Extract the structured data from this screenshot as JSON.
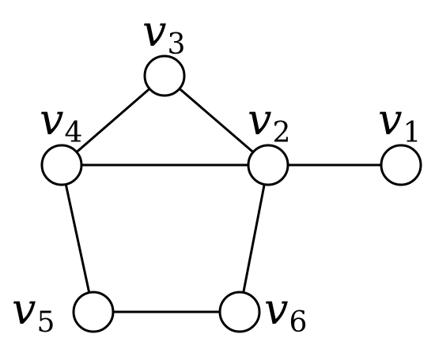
{
  "graph": {
    "vertices": [
      {
        "id": "v1",
        "letter": "v",
        "subscript": "1"
      },
      {
        "id": "v2",
        "letter": "v",
        "subscript": "2"
      },
      {
        "id": "v3",
        "letter": "v",
        "subscript": "3"
      },
      {
        "id": "v4",
        "letter": "v",
        "subscript": "4"
      },
      {
        "id": "v5",
        "letter": "v",
        "subscript": "5"
      },
      {
        "id": "v6",
        "letter": "v",
        "subscript": "6"
      }
    ],
    "edges": [
      [
        "v1",
        "v2"
      ],
      [
        "v2",
        "v3"
      ],
      [
        "v2",
        "v4"
      ],
      [
        "v3",
        "v4"
      ],
      [
        "v4",
        "v5"
      ],
      [
        "v5",
        "v6"
      ],
      [
        "v6",
        "v2"
      ]
    ]
  },
  "colors": {
    "stroke": "#000000",
    "node_fill": "#ffffff",
    "background": "#ffffff"
  }
}
